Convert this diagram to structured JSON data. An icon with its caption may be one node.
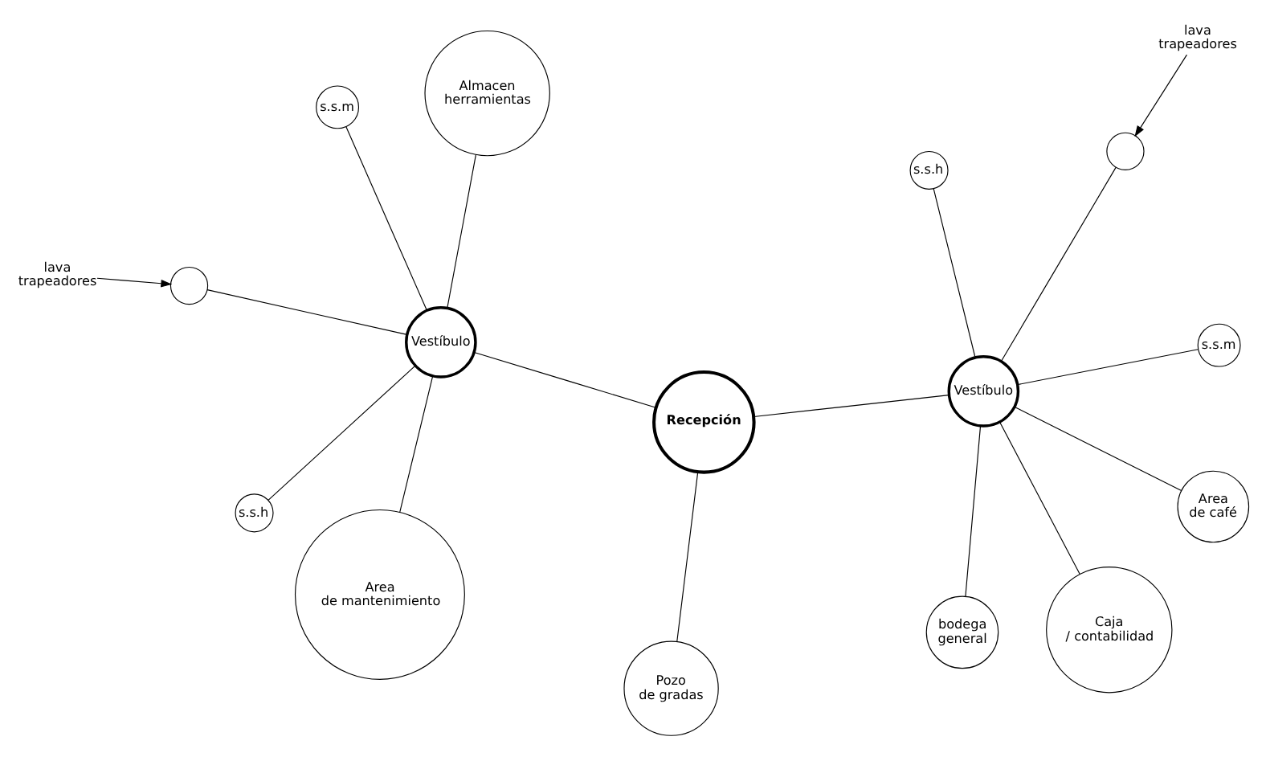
{
  "diagram": {
    "nodes": [
      {
        "text": [
          "Recepción"
        ]
      },
      {
        "text": [
          "Vestíbulo"
        ]
      },
      {
        "text": [
          "lava trapeadores"
        ]
      },
      {
        "text": [],
        "shape": "circle"
      },
      {
        "text": [
          "Almacen herramientas"
        ]
      },
      {
        "text": [
          "s.s.m"
        ]
      },
      {
        "text": [
          "s.s.h"
        ]
      },
      {
        "text": [
          "Area de mantenimiento"
        ]
      },
      {
        "text": [
          "Pozo de gradas"
        ]
      },
      {
        "text": [
          "Vestíbulo"
        ]
      },
      {
        "text": [
          "bodega general"
        ]
      },
      {
        "text": [
          "lava trapeadores"
        ]
      },
      {
        "text": [],
        "shape": "circle"
      },
      {
        "text": [
          "s.s.m"
        ]
      },
      {
        "text": [
          "s.s.h"
        ]
      },
      {
        "text": [
          "Caja / contabilidad"
        ]
      },
      {
        "text": [
          "Area de café"
        ]
      }
    ],
    "edges": [
      {
        "from": 1,
        "to": 0,
        "arrow": "none"
      },
      {
        "from": 3,
        "to": 1,
        "arrow": "none"
      },
      {
        "from": 4,
        "to": 1,
        "arrow": "none"
      },
      {
        "from": 5,
        "to": 1,
        "arrow": "none"
      },
      {
        "from": 6,
        "to": 1,
        "arrow": "none"
      },
      {
        "from": 1,
        "to": 7,
        "arrow": "none"
      },
      {
        "from": 2,
        "to": 3,
        "arrow": "to"
      },
      {
        "from": 8,
        "to": 0,
        "arrow": "none"
      },
      {
        "from": 0,
        "to": 9,
        "arrow": "none"
      },
      {
        "from": 10,
        "to": 9,
        "arrow": "none"
      },
      {
        "from": 12,
        "to": 9,
        "arrow": "none"
      },
      {
        "from": 13,
        "to": 9,
        "arrow": "none"
      },
      {
        "from": 14,
        "to": 9,
        "arrow": "none"
      },
      {
        "from": 9,
        "to": 15,
        "arrow": "none"
      },
      {
        "from": 9,
        "to": 16,
        "arrow": "none"
      },
      {
        "from": 11,
        "to": 12,
        "arrow": "to"
      }
    ]
  }
}
